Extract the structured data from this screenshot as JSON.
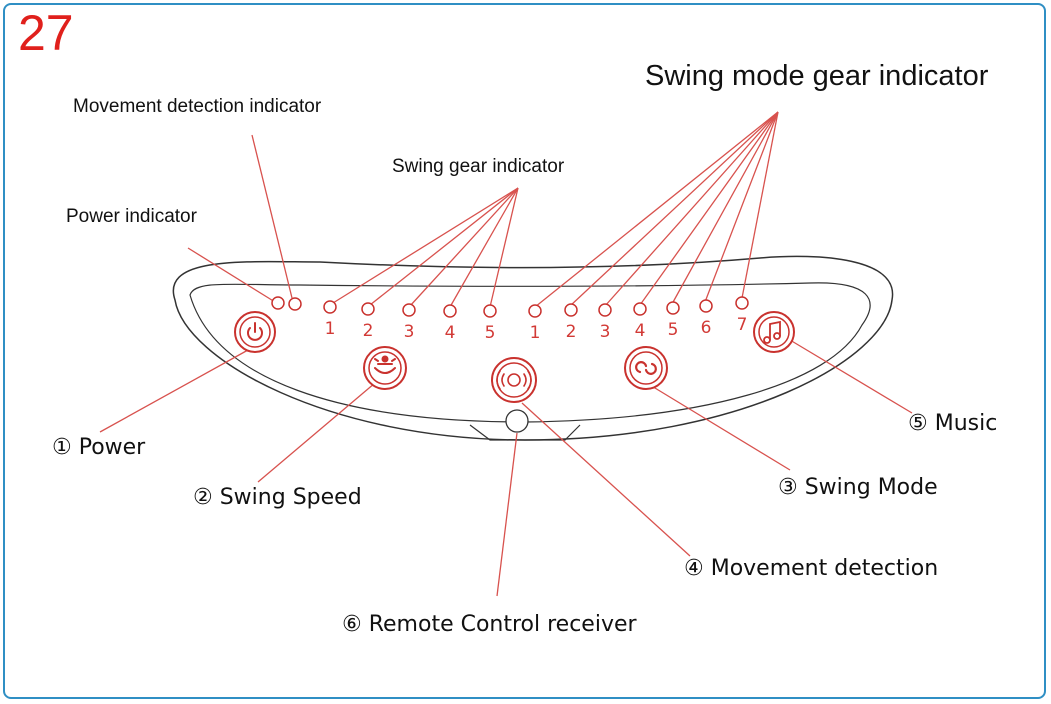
{
  "page_number": "27",
  "labels": {
    "swing_mode_gear_indicator": "Swing mode gear indicator",
    "movement_detection_indicator": "Movement detection indicator",
    "swing_gear_indicator": "Swing gear indicator",
    "power_indicator": "Power indicator",
    "power": "① Power",
    "swing_speed": "② Swing Speed",
    "swing_mode": "③ Swing Mode",
    "movement_detection": "④ Movement detection",
    "music": "⑤ Music",
    "remote_receiver": "⑥ Remote Control receiver"
  },
  "swing_gear_numbers": [
    "1",
    "2",
    "3",
    "4",
    "5"
  ],
  "swing_mode_numbers": [
    "1",
    "2",
    "3",
    "4",
    "5",
    "6",
    "7"
  ],
  "icons": [
    "power-icon",
    "swing-speed-icon",
    "movement-detection-icon",
    "swing-mode-icon",
    "music-icon"
  ],
  "colors": {
    "accent": "#e0201c",
    "frame": "#2f8fc4",
    "outline": "#333333"
  }
}
